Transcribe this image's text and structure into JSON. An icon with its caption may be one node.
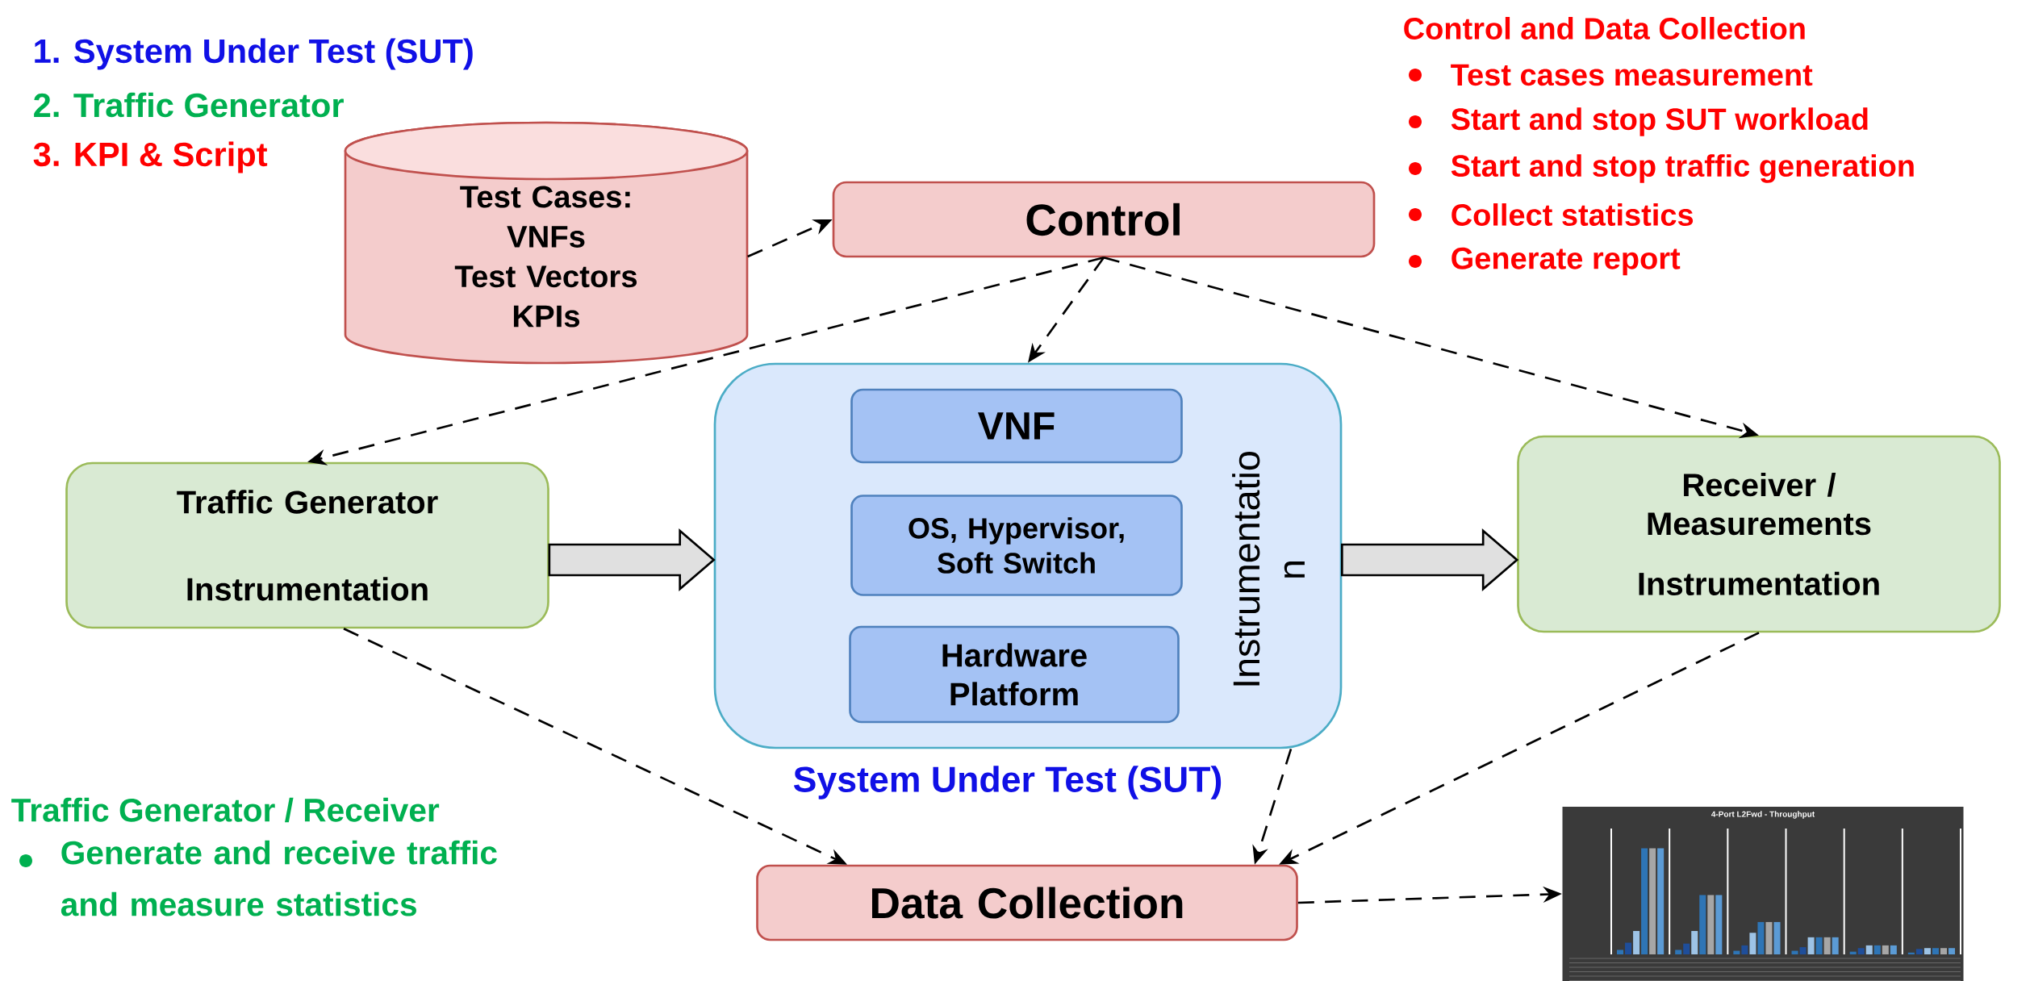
{
  "diagram": {
    "nodes": [
      {
        "text": [
          "Test Cases:",
          "VNFs",
          "Test Vectors",
          "KPIs"
        ]
      },
      {
        "text": [
          "Control"
        ]
      },
      {
        "text": [
          "Traffic Generator",
          "Instrumentation"
        ]
      },
      {
        "text": [
          "Instrumentatio n",
          "System Under Test (SUT)"
        ]
      },
      {
        "text": [
          "VNF"
        ],
        "in": 3
      },
      {
        "text": [
          "OS, Hypervisor, Soft Switch"
        ],
        "in": 3
      },
      {
        "text": [
          "Hardware Platform"
        ],
        "in": 3
      },
      {
        "text": [
          "Receiver / Measurements",
          "Instrumentation"
        ]
      },
      {
        "text": [
          "Data Collection"
        ]
      },
      {
        "text": [
          "4-Port L2Fwd - Throughput"
        ]
      }
    ],
    "edges": [
      {
        "from": 0,
        "to": 1,
        "arrow": "to",
        "style": "dashed"
      },
      {
        "from": 1,
        "to": 3,
        "arrow": "to",
        "style": "dashed"
      },
      {
        "from": 1,
        "to": 2,
        "arrow": "to",
        "style": "dashed"
      },
      {
        "from": 1,
        "to": 7,
        "arrow": "to",
        "style": "dashed"
      },
      {
        "from": 2,
        "to": 3,
        "arrow": "to",
        "style": "thick"
      },
      {
        "from": 3,
        "to": 7,
        "arrow": "to",
        "style": "thick"
      },
      {
        "from": 2,
        "to": 8,
        "arrow": "to",
        "style": "dashed"
      },
      {
        "from": 3,
        "to": 8,
        "arrow": "to",
        "style": "dashed"
      },
      {
        "from": 7,
        "to": 8,
        "arrow": "to",
        "style": "dashed"
      },
      {
        "from": 8,
        "to": 9,
        "arrow": "to",
        "style": "dashed"
      }
    ],
    "labels": [
      "1. System Under Test (SUT)",
      "2. Traffic Generator",
      "3. KPI & Script",
      "Control and Data Collection",
      "Test cases measurement",
      "Start and stop SUT workload",
      "Start and stop traffic generation",
      "Collect statistics",
      "Generate report",
      "Traffic Generator / Receiver",
      "Generate and receive traffic and measure statistics"
    ]
  }
}
